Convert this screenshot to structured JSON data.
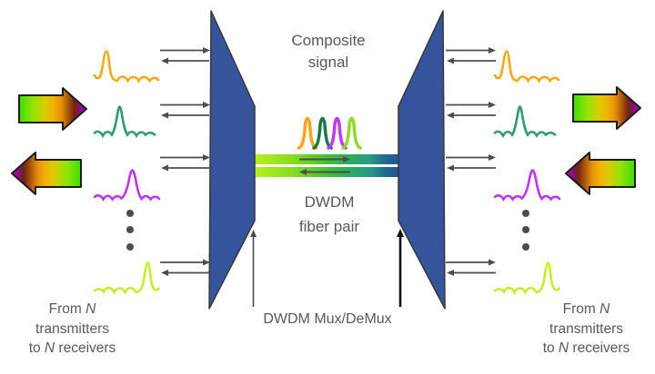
{
  "labels": {
    "composite_line1": "Composite",
    "composite_line2": "signal",
    "fiber_line1": "DWDM",
    "fiber_line2": "fiber pair",
    "mux": "DWDM Mux/DeMux",
    "side_line1_pre": "From ",
    "side_line1_n": "N",
    "side_line2": "transmitters",
    "side_line3_pre": "to ",
    "side_line3_n": "N",
    "side_line3_post": " receivers"
  },
  "colors": {
    "text": "#595959",
    "mux_body": "#36549C",
    "mux_outline": "#373737",
    "arrow_gray": "#4d4d4d",
    "arrow_black": "#111111",
    "dots": "#4d4d4d",
    "ch_orange": "#F5A71D",
    "ch_teal": "#2E9B75",
    "ch_magenta": "#BE37F0",
    "ch_yellowgreen": "#C3EF2F",
    "comp_orange": "#F5A41C",
    "comp_green": "#1A7A46",
    "comp_magenta": "#BE3BEF",
    "comp_yellowgreen": "#8FD92B",
    "big_arrow_outline": "#1b1b1b"
  },
  "gradients": {
    "flow": [
      {
        "o": 0,
        "c": "#3FDC04"
      },
      {
        "o": 20,
        "c": "#8FE403"
      },
      {
        "o": 38,
        "c": "#D9CD02"
      },
      {
        "o": 50,
        "c": "#F2B405"
      },
      {
        "o": 62,
        "c": "#E79208"
      },
      {
        "o": 72,
        "c": "#AE5A0A"
      },
      {
        "o": 82,
        "c": "#71250F"
      },
      {
        "o": 90,
        "c": "#8D0C77"
      },
      {
        "o": 100,
        "c": "#C104D8"
      }
    ],
    "fiber": [
      {
        "o": 0,
        "c": "#B7EF1E"
      },
      {
        "o": 25,
        "c": "#8ADC20"
      },
      {
        "o": 48,
        "c": "#46C42F"
      },
      {
        "o": 65,
        "c": "#2BAD5C"
      },
      {
        "o": 80,
        "c": "#2B9A84"
      },
      {
        "o": 92,
        "c": "#1F6493"
      },
      {
        "o": 100,
        "c": "#2A5592"
      }
    ]
  }
}
